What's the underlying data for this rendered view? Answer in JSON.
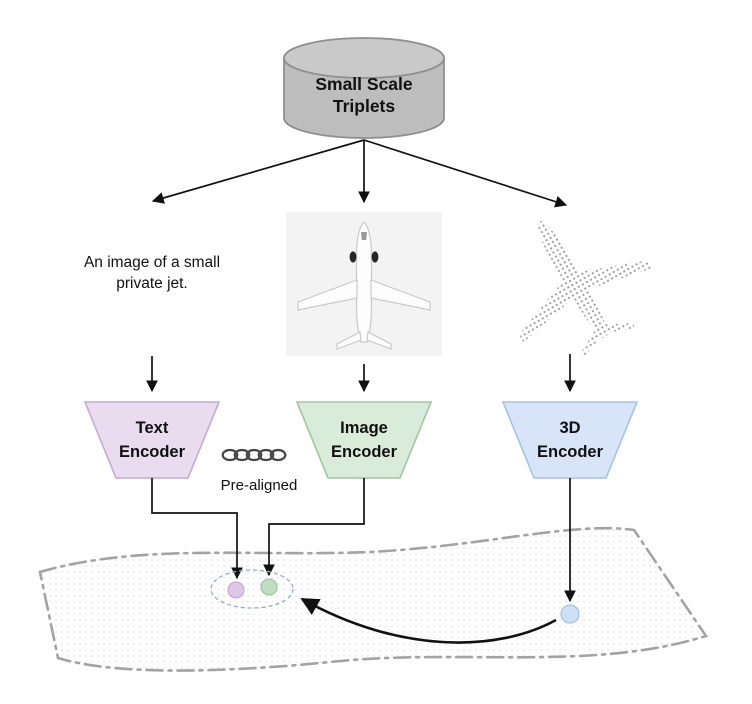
{
  "diagram": {
    "database": {
      "line1": "Small Scale",
      "line2": "Triplets",
      "fill": "#bdbdbd",
      "top_fill": "#c9c9c9"
    },
    "text_sample": {
      "line1": "An image of a small",
      "line2": "private jet."
    },
    "encoders": {
      "text": {
        "line1": "Text",
        "line2": "Encoder",
        "fill": "#e9dcef"
      },
      "image": {
        "line1": "Image",
        "line2": "Encoder",
        "fill": "#d9ecd9"
      },
      "three_d": {
        "line1": "3D",
        "line2": "Encoder",
        "fill": "#d8e4f8"
      }
    },
    "prealigned_label": "Pre-aligned",
    "embeddings": {
      "text_dot": {
        "fill": "#ddc7e6"
      },
      "image_dot": {
        "fill": "#c2dec2"
      },
      "shape_dot": {
        "fill": "#cfe0f6"
      }
    }
  }
}
